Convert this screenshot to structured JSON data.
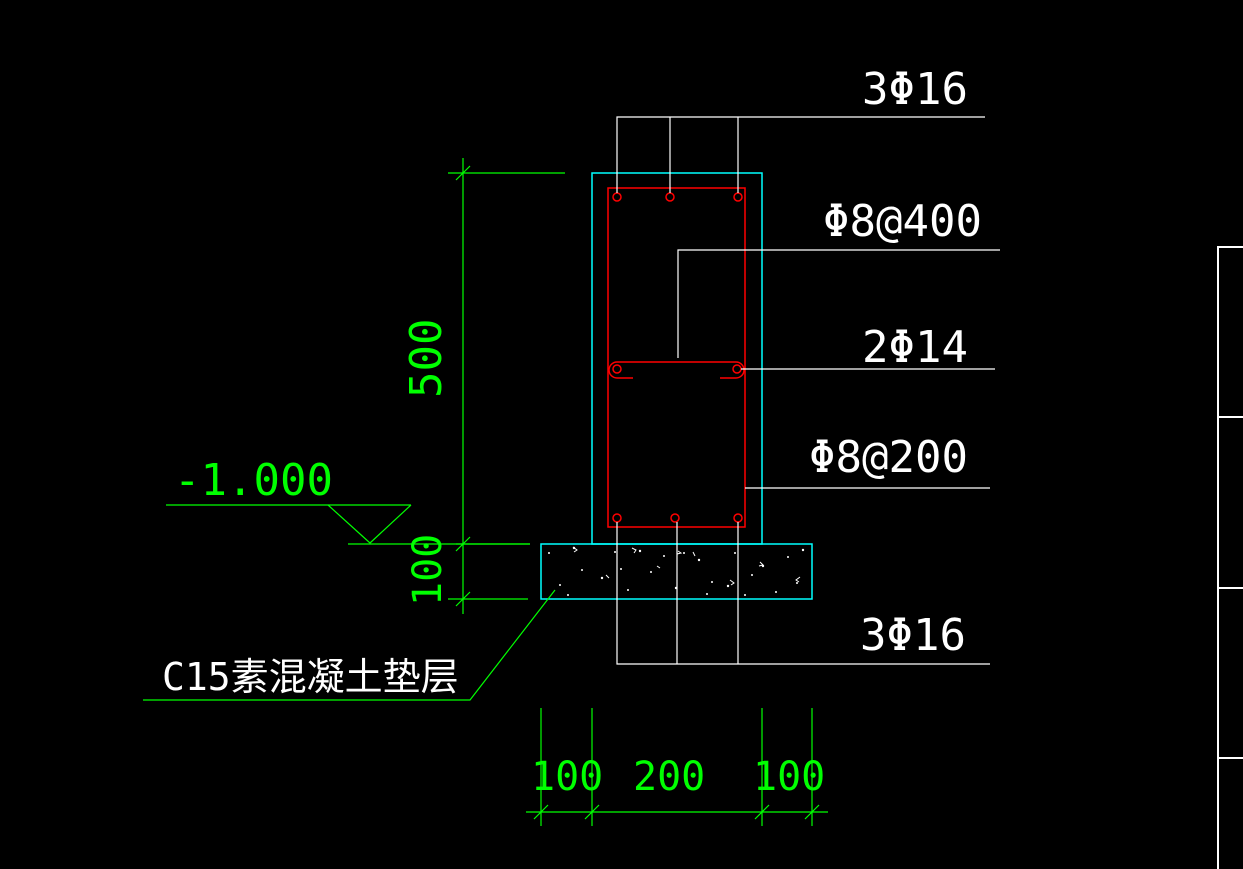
{
  "colors": {
    "background": "#000000",
    "concrete_outline": "#00ffff",
    "rebar": "#ff0000",
    "leader": "#ffffff",
    "dimension": "#00ff00",
    "elevation": "#00ff00",
    "frame": "#ffffff"
  },
  "labels": {
    "top_bars": "3Φ16",
    "stirrup_top": "Φ8@400",
    "middle_bars": "2Φ14",
    "stirrup_bottom": "Φ8@200",
    "bottom_bars": "3Φ16",
    "elevation": "-1.000",
    "bedding": "C15素混凝土垫层"
  },
  "dimensions": {
    "beam_height": "500",
    "bedding_thickness": "100",
    "left_offset": "100",
    "beam_width": "200",
    "right_offset": "100"
  }
}
